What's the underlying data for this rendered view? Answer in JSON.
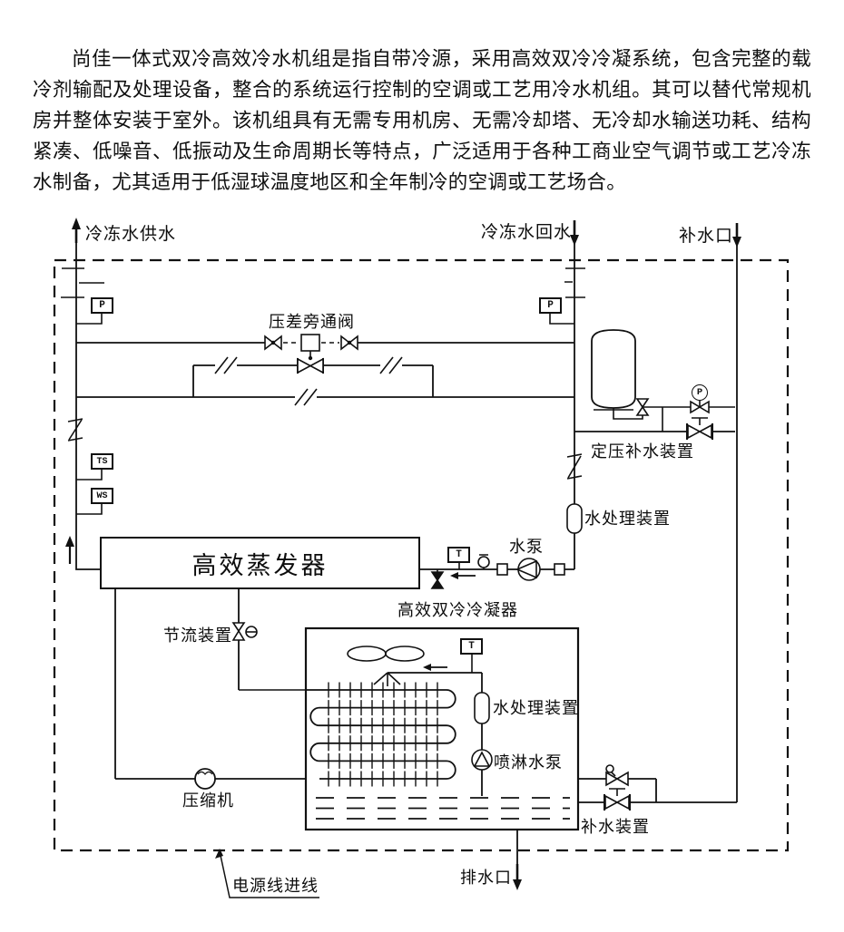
{
  "intro": {
    "text": "尚佳一体式双冷高效冷水机组是指自带冷源，采用高效双冷冷凝系统，包含完整的载冷剂输配及处理设备，整合的系统运行控制的空调或工艺用冷水机组。其可以替代常规机房并整体安装于室外。该机组具有无需专用机房、无需冷却塔、无冷却水输送功耗、结构紧凑、低噪音、低振动及生命周期长等特点，广泛适用于各种工商业空气调节或工艺冷冻水制备，尤其适用于低湿球温度地区和全年制冷的空调或工艺场合。"
  },
  "diagram": {
    "labels": {
      "supply": "冷冻水供水",
      "return": "冷冻水回水",
      "makeup_port": "补水口",
      "bypass_valve": "压差旁通阀",
      "sensor_p_left": "P",
      "sensor_p_right": "P",
      "sensor_ts": "TS",
      "sensor_ws": "WS",
      "evaporator": "高效蒸发器",
      "throttle": "节流装置",
      "condenser": "高效双冷冷凝器",
      "pump": "水泵",
      "water_treatment_upper": "水处理装置",
      "pressure_makeup": "定压补水装置",
      "sensor_t_pump_line": "T",
      "sensor_t_spray": "T",
      "gauge_p": "P",
      "water_treatment_lower": "水处理装置",
      "spray_pump": "喷淋水泵",
      "compressor": "压缩机",
      "makeup_device": "补水装置",
      "drain": "排水口",
      "power_line": "电源线进线"
    }
  }
}
